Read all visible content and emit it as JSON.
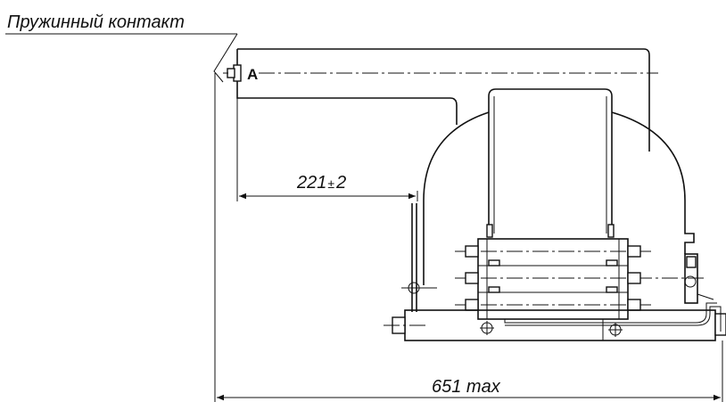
{
  "callout": {
    "label": "Пружинный контакт"
  },
  "point_label": "A",
  "dimensions": {
    "inner": {
      "value": "221",
      "tolerance": "2"
    },
    "overall": {
      "label": "651 max"
    }
  }
}
